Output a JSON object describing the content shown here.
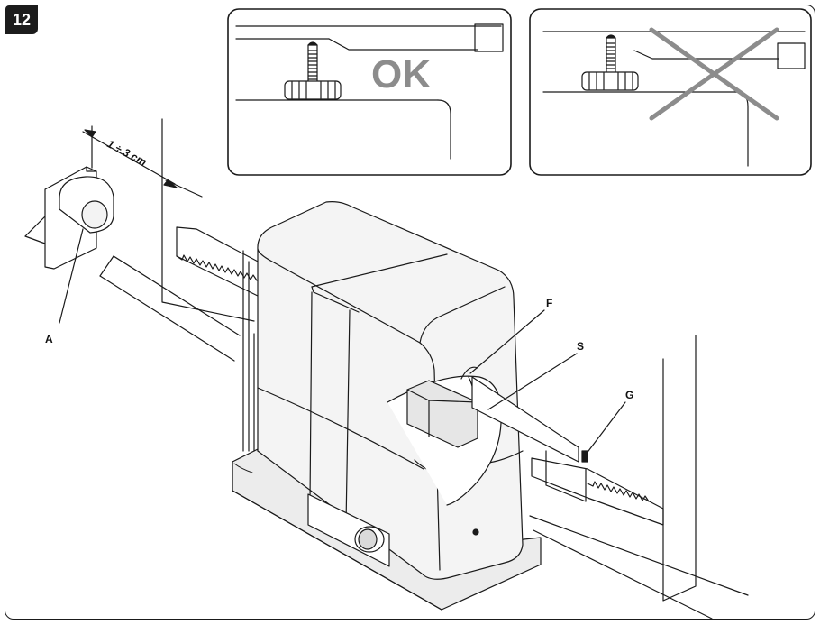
{
  "figure": {
    "number": "12"
  },
  "inset_correct": {
    "status_text": "OK"
  },
  "dimension": {
    "text": "1 ÷ 3 cm"
  },
  "labels": {
    "a": "A",
    "f": "F",
    "s": "S",
    "g": "G"
  },
  "colors": {
    "outline": "#1a1a1a",
    "housing": "#ececec",
    "cross": "#8c8c8c"
  }
}
